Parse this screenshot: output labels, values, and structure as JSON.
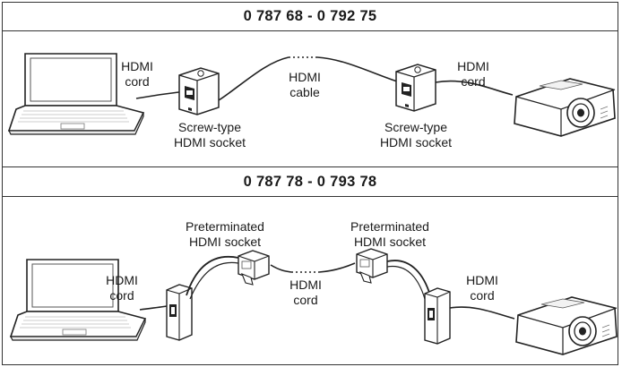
{
  "sections": [
    {
      "title": "0 787 68 - 0 792 75",
      "labels": {
        "cord_left": [
          "HDMI",
          "cord"
        ],
        "socket_left": [
          "Screw-type",
          "HDMI socket"
        ],
        "cable_mid": [
          "HDMI",
          "cable"
        ],
        "socket_right": [
          "Screw-type",
          "HDMI socket"
        ],
        "cord_right": [
          "HDMI",
          "cord"
        ]
      }
    },
    {
      "title": "0 787 78 - 0 793 78",
      "labels": {
        "cord_left": [
          "HDMI",
          "cord"
        ],
        "socket_left": [
          "Preterminated",
          "HDMI socket"
        ],
        "cord_mid": [
          "HDMI",
          "cord"
        ],
        "socket_right": [
          "Preterminated",
          "HDMI socket"
        ],
        "cord_right": [
          "HDMI",
          "cord"
        ]
      }
    }
  ],
  "icons": [
    "laptop-icon",
    "wall-socket-icon",
    "projector-icon",
    "preterminated-connector-icon"
  ]
}
